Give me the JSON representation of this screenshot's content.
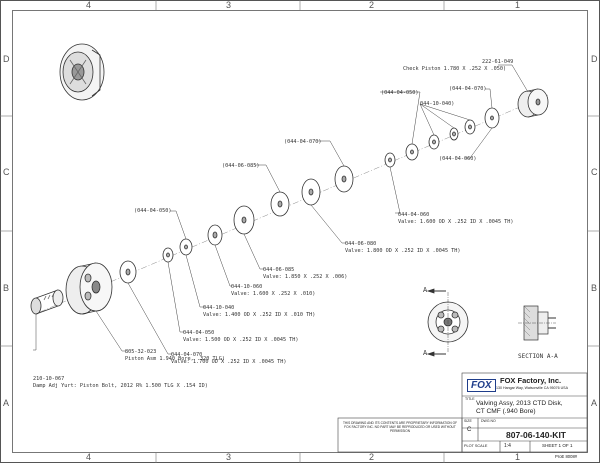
{
  "border_zones": {
    "columns": [
      "4",
      "3",
      "2",
      "1"
    ],
    "rows": [
      "D",
      "C",
      "B",
      "A"
    ]
  },
  "callouts": [
    {
      "id": "c1",
      "lines": [
        "222-61-049",
        "Check Piston 1.780 X .252 X .050)"
      ]
    },
    {
      "id": "c2",
      "lines": [
        "(044-04-070)"
      ]
    },
    {
      "id": "c3",
      "lines": [
        "(044-04-050)"
      ]
    },
    {
      "id": "c4",
      "lines": [
        "044-10-040)"
      ]
    },
    {
      "id": "c5",
      "lines": [
        "(044-04-060)"
      ]
    },
    {
      "id": "c6",
      "lines": [
        "(044-04-070)"
      ]
    },
    {
      "id": "c7",
      "lines": [
        "(044-06-085)"
      ]
    },
    {
      "id": "c8",
      "lines": [
        "044-04-060",
        "Valve: 1.600 OD X .252 ID X .0045 TH)"
      ]
    },
    {
      "id": "c9",
      "lines": [
        "044-06-080",
        "Valve: 1.800 OD X .252 ID X .0045 TH)"
      ]
    },
    {
      "id": "c10",
      "lines": [
        "(044-04-050)"
      ]
    },
    {
      "id": "c11",
      "lines": [
        "044-06-085",
        "Valve: 1.850 X .252 X .006)"
      ]
    },
    {
      "id": "c12",
      "lines": [
        "044-10-060",
        "Valve: 1.600 X .252 X .010)"
      ]
    },
    {
      "id": "c13",
      "lines": [
        "044-10-040",
        "Valve: 1.400 OD X .252 ID X .010 TH)"
      ]
    },
    {
      "id": "c14",
      "lines": [
        "044-04-050",
        "Valve: 1.500 OD X .252 ID X .0045 TH)"
      ]
    },
    {
      "id": "c15",
      "lines": [
        "044-04-070",
        "Valve: 1.700 OD X .252 ID X .0045 TH)"
      ]
    },
    {
      "id": "c16",
      "lines": [
        "805-32-023",
        "Piston Asm 1.940 Bore, .320 TLG)"
      ]
    },
    {
      "id": "c17",
      "lines": [
        "210-10-067",
        "Damp Adj Yurt: Piston Bolt, 2012 R% 1.500 TLG X .154 ID)"
      ]
    }
  ],
  "section_view": {
    "label": "SECTION A-A",
    "marker": "A"
  },
  "title_block": {
    "company": "FOX Factory, Inc.",
    "company_address": "130 Hangar Way, Watsonville CA 95076 USA",
    "logo_text": "FOX",
    "title_caption": "TITLE",
    "title_line1": "Valving Assy, 2013 CTD Disk,",
    "title_line2": "CT CMF (.940 Bore)",
    "size_caption": "SIZE",
    "size": "C",
    "dwg_caption": "DWG NO",
    "drawing_number": "807-06-140-KIT",
    "plot_scale_label": "PLOT SCALE",
    "plot_scale": "1:4",
    "sheet": "SHEET 1 OF 1",
    "proe": "ProE 8008#",
    "proprietary_note": "THIS DRAWING AND ITS CONTENTS ARE PROPRIETARY INFORMATION OF FOX FACTORY INC. NO PART MAY BE REPRODUCED OR USED WITHOUT PERMISSION"
  }
}
